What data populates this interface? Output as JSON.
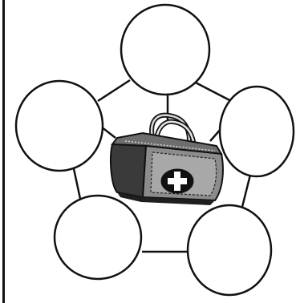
{
  "diagram": {
    "nodes": [
      {
        "id": "top",
        "text": ""
      },
      {
        "id": "upper-right",
        "text": ""
      },
      {
        "id": "lower-right",
        "text": ""
      },
      {
        "id": "lower-left",
        "text": ""
      },
      {
        "id": "upper-left",
        "text": ""
      }
    ],
    "center": {
      "image": "first-aid-kit-bag",
      "symbol": "plus"
    }
  }
}
